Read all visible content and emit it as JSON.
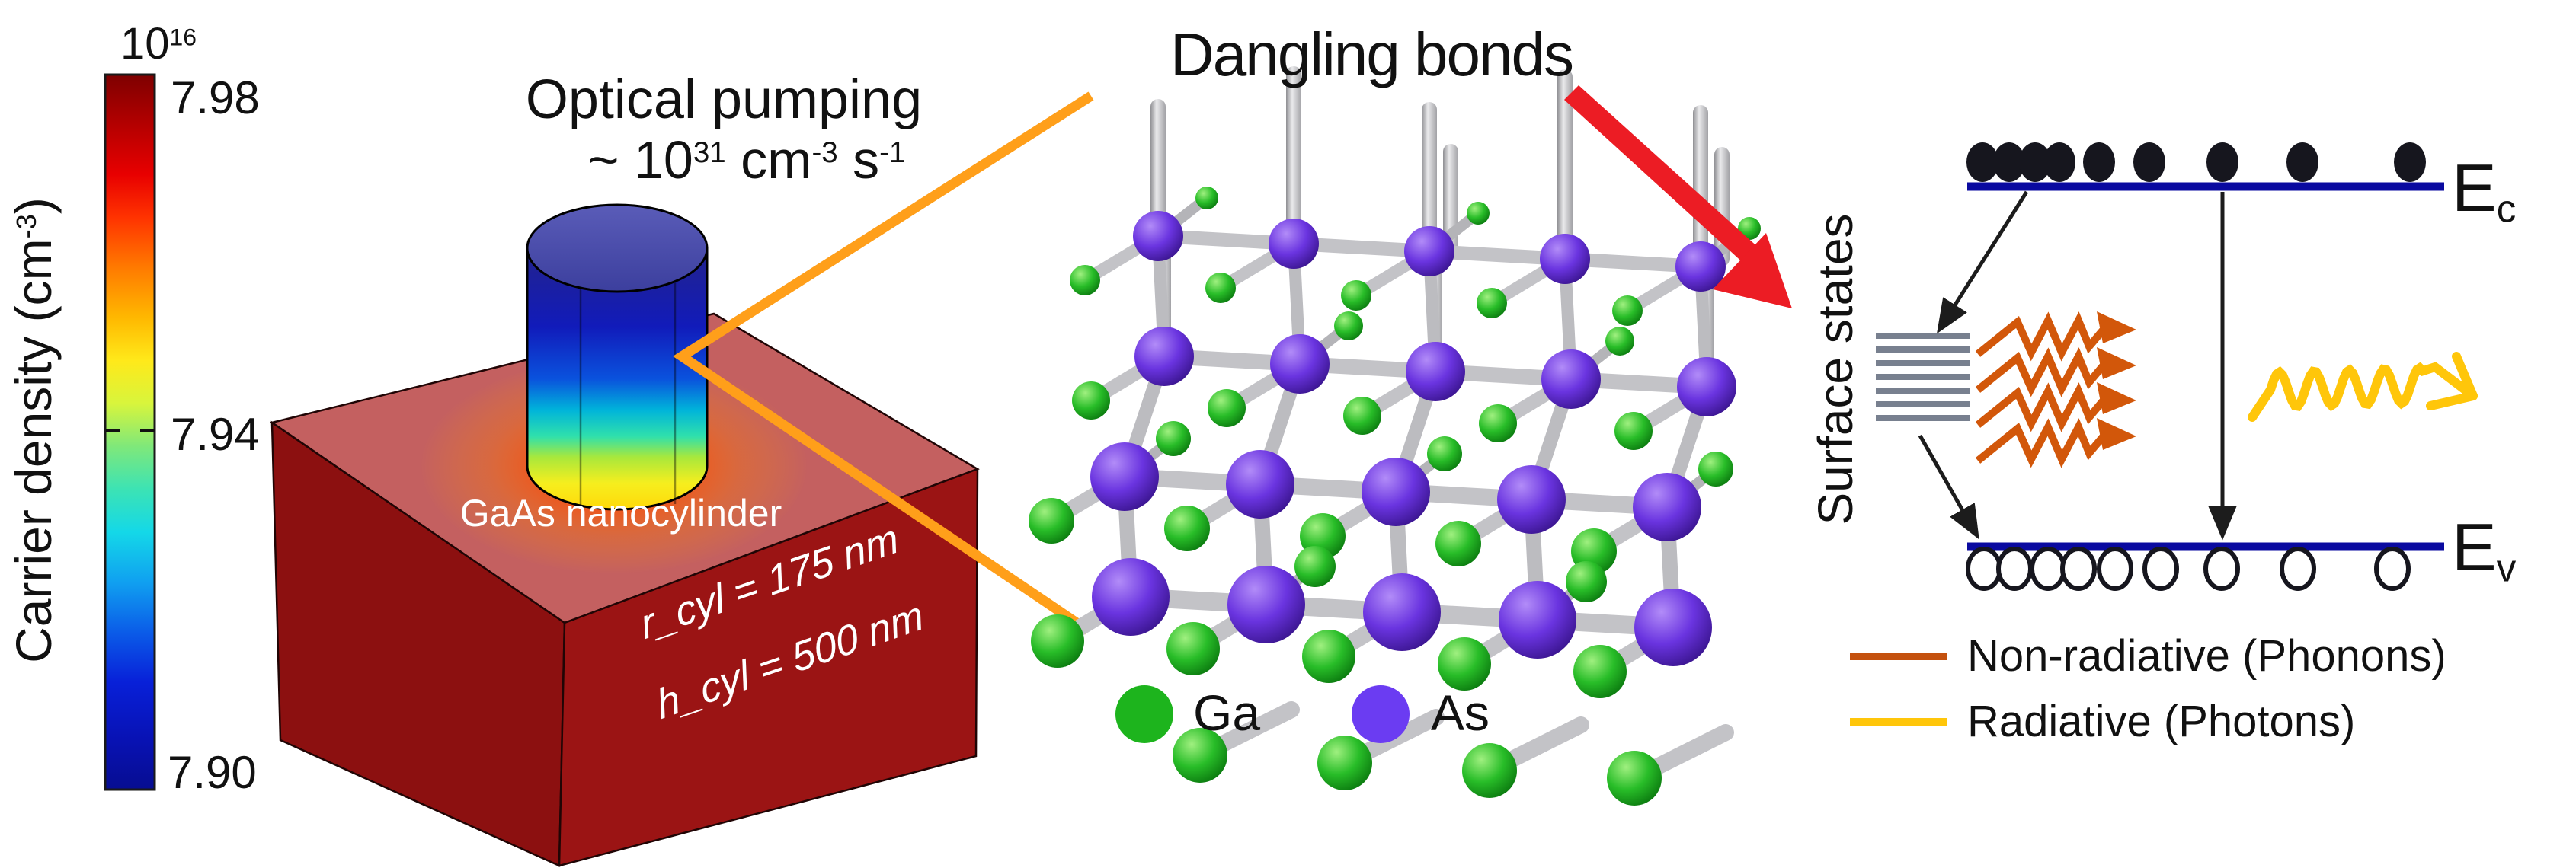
{
  "colorbar": {
    "exponent_base": "10",
    "exponent": "16",
    "ticks": {
      "top": "7.98",
      "middle": "7.94",
      "bottom": "7.90"
    },
    "label": {
      "pre": "Carrier density (cm",
      "sup": "-3",
      "post": ")"
    }
  },
  "left_panel": {
    "pump_title": "Optical pumping",
    "pump_rate": {
      "pre": "~ 10",
      "sup1": "31",
      "mid1": " cm",
      "sup2": "-3",
      "mid2": " s",
      "sup3": "-1"
    },
    "object_label": "GaAs nanocylinder",
    "radius_label": "r_cyl = 175 nm",
    "height_label": "h_cyl = 500 nm"
  },
  "middle_panel": {
    "title": "Dangling bonds",
    "atoms_legend": [
      {
        "symbol": "Ga",
        "color": "#1db41d"
      },
      {
        "symbol": "As",
        "color": "#6b3cf2"
      }
    ]
  },
  "right_panel": {
    "side_label": "Surface states",
    "conduction_band": {
      "letter": "E",
      "sub": "c"
    },
    "valence_band": {
      "letter": "E",
      "sub": "v"
    },
    "electron_count": 9,
    "hole_count": 9,
    "recomb_legend": [
      {
        "label": "Non-radiative (Phonons)",
        "color": "#c4510e"
      },
      {
        "label": "Radiative (Photons)",
        "color": "#ffc60a"
      }
    ]
  },
  "colors": {
    "band_line": "#0a0aa0",
    "phonon_arrow": "#d2570a",
    "photon_arrow": "#ffc60a",
    "red_arrow": "#ec1c24",
    "callout_line": "#ff9f1a",
    "surface_state_bar": "#78808f"
  }
}
